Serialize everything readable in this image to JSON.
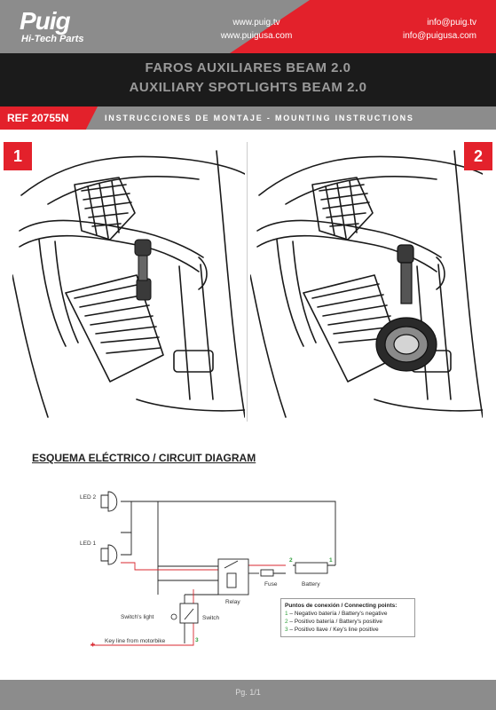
{
  "header": {
    "brand": "Puig",
    "tagline": "Hi-Tech Parts",
    "web_1": "www.puig.tv",
    "web_2": "www.puigusa.com",
    "mail_1": "info@puig.tv",
    "mail_2": "info@puigusa.com"
  },
  "title": {
    "es": "FAROS  AUXILIARES BEAM 2.0",
    "en": "AUXILIARY SPOTLIGHTS BEAM 2.0"
  },
  "ref_bar": {
    "ref": "REF  20755N",
    "instructions": "INSTRUCCIONES DE MONTAJE - MOUNTING INSTRUCTIONS"
  },
  "steps": {
    "one": "1",
    "two": "2"
  },
  "circuit": {
    "title": "ESQUEMA ELÉCTRICO / CIRCUIT DIAGRAM",
    "labels": {
      "led2": "LED 2",
      "led1": "LED 1",
      "relay": "Relay",
      "fuse": "Fuse",
      "battery": "Battery",
      "switch": "Switch",
      "switch_light": "Switch's light",
      "key_line": "Key line from motorbike",
      "plus": "+",
      "n1": "1",
      "n2": "2",
      "n3": "3"
    },
    "legend": {
      "heading": "Puntos de conexión / Connecting points:",
      "items": [
        {
          "num": "1",
          "text": " – Negativo batería / Battery's negative"
        },
        {
          "num": "2",
          "text": " – Positivo batería / Battery's positive"
        },
        {
          "num": "3",
          "text": " – Positivo llave / Key's line positive"
        }
      ]
    }
  },
  "footer": {
    "page": "Pg. 1/1"
  },
  "colors": {
    "accent": "#e3212b",
    "band_grey": "#8c8c8c",
    "dark_band": "#1b1b1b",
    "connector_green": "#2e9e3a"
  }
}
